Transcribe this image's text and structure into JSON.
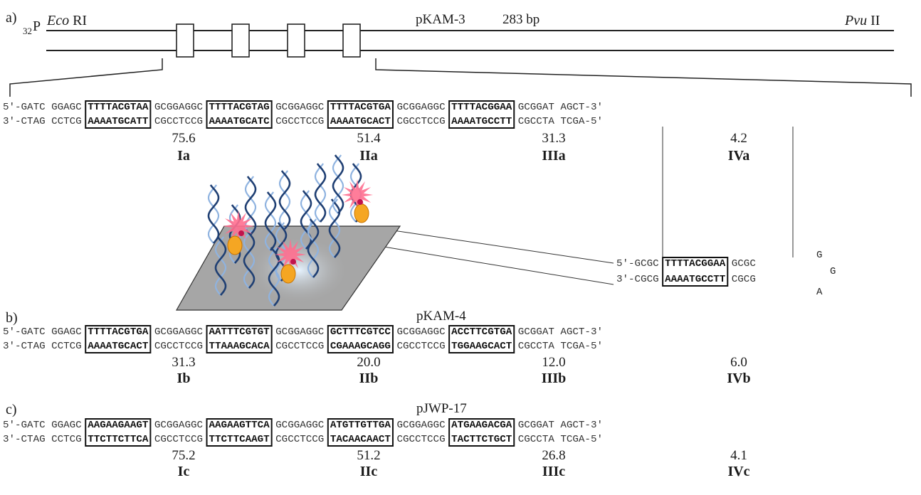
{
  "panel_a": {
    "label": "a)",
    "label_32p_sup": "32",
    "label_32p_p": "P",
    "ecori_italic": "Eco",
    "ecori_roman": " RI",
    "plasmid": "pKAM-3",
    "length": "283 bp",
    "pvuii_italic": "Pvu",
    "pvuii_roman": " II",
    "strand_top": [
      "5'-GATC",
      "GGAGC",
      "TTTTACGTAA",
      "GCGGAGGC",
      "TTTTACGTAG",
      "GCGGAGGC",
      "TTTTACGTGA",
      "GCGGAGGC",
      "TTTTACGGAA",
      "GCGGAT",
      "AGCT-3'"
    ],
    "strand_bot": [
      "3'-CTAG",
      "CCTCG",
      "AAAATGCATT",
      "CGCCTCCG",
      "AAAATGCATC",
      "CGCCTCCG",
      "AAAATGCACT",
      "CGCCTCCG",
      "AAAATGCCTT",
      "CGCCTA",
      "TCGA-5'"
    ],
    "values": [
      "75.6",
      "51.4",
      "31.3",
      "4.2"
    ],
    "names": [
      "Ia",
      "IIa",
      "IIIa",
      "IVa"
    ]
  },
  "hairpin": {
    "top_prefix": "5'-GCGC",
    "top_box": "TTTTACGGAA",
    "top_suffix": "GCGC",
    "bot_prefix": "3'-CGCG",
    "bot_box": "AAAATGCCTT",
    "bot_suffix": "CGCG",
    "loop": [
      "G",
      "G",
      "A"
    ]
  },
  "panel_b": {
    "label": "b)",
    "plasmid": "pKAM-4",
    "strand_top": [
      "5'-GATC",
      "GGAGC",
      "TTTTACGTGA",
      "GCGGAGGC",
      "AATTTCGTGT",
      "GCGGAGGC",
      "GCTTTCGTCC",
      "GCGGAGGC",
      "ACCTTCGTGA",
      "GCGGAT",
      "AGCT-3'"
    ],
    "strand_bot": [
      "3'-CTAG",
      "CCTCG",
      "AAAATGCACT",
      "CGCCTCCG",
      "TTAAAGCACA",
      "CGCCTCCG",
      "CGAAAGCAGG",
      "CGCCTCCG",
      "TGGAAGCACT",
      "CGCCTA",
      "TCGA-5'"
    ],
    "values": [
      "31.3",
      "20.0",
      "12.0",
      "6.0"
    ],
    "names": [
      "Ib",
      "IIb",
      "IIIb",
      "IVb"
    ]
  },
  "panel_c": {
    "label": "c)",
    "plasmid": "pJWP-17",
    "strand_top": [
      "5'-GATC",
      "GGAGC",
      "AAGAAGAAGT",
      "GCGGAGGC",
      "AAGAAGTTCA",
      "GCGGAGGC",
      "ATGTTGTTGA",
      "GCGGAGGC",
      "ATGAAGACGA",
      "GCGGAT",
      "AGCT-3'"
    ],
    "strand_bot": [
      "3'-CTAG",
      "CCTCG",
      "TTCTTCTTCA",
      "CGCCTCCG",
      "TTCTTCAAGT",
      "CGCCTCCG",
      "TACAACAACT",
      "CGCCTCCG",
      "TACTTCTGCT",
      "CGCCTA",
      "TCGA-5'"
    ],
    "values": [
      "75.2",
      "51.2",
      "26.8",
      "4.1"
    ],
    "names": [
      "Ic",
      "IIc",
      "IIIc",
      "IVc"
    ]
  },
  "colors": {
    "helix_dark": "#1f3f73",
    "helix_light": "#8fb3e0",
    "star": "#ff6f8f",
    "fluor": "#f5a623",
    "surface": "#a6a6a6"
  }
}
